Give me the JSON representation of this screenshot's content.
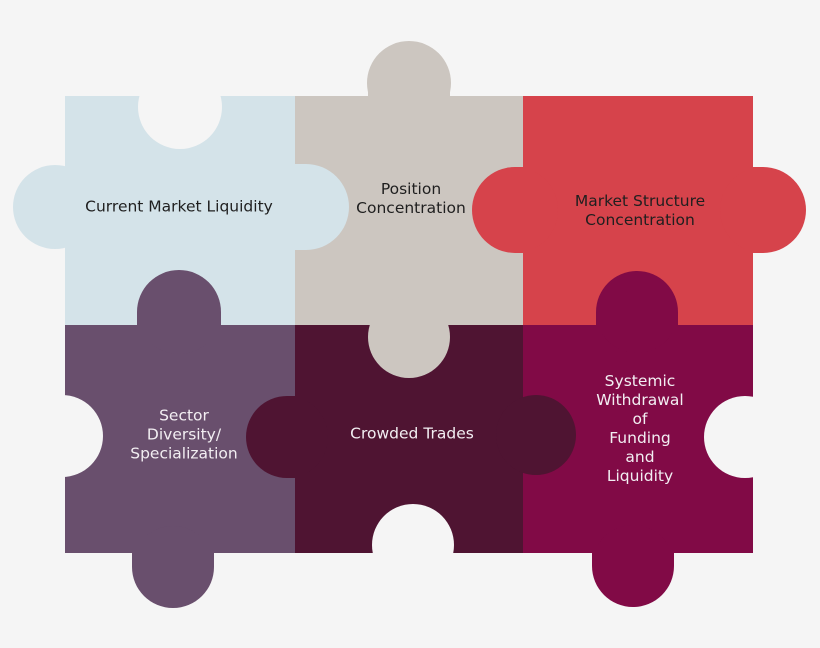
{
  "pieces": {
    "current_market_liquidity": {
      "label": "Current Market Liquidity",
      "color": "#d4e3e9",
      "text_color": "#1f1f1f"
    },
    "position_concentration": {
      "label": "Position\nConcentration",
      "color": "#ccc6c0",
      "text_color": "#1f1f1f"
    },
    "market_structure_concentration": {
      "label": "Market Structure Concentration",
      "color": "#d6434b",
      "text_color": "#1f1f1f"
    },
    "sector_diversity": {
      "label": "Sector\nDiversity/\nSpecialization",
      "color": "#694f6d",
      "text_color": "#f2eef2"
    },
    "crowded_trades": {
      "label": "Crowded Trades",
      "color": "#4f1432",
      "text_color": "#f2eef2"
    },
    "systemic_withdrawal": {
      "label": "Systemic\nWithdrawal\nof\nFunding\nand\nLiquidity",
      "color": "#810a46",
      "text_color": "#f2eef2"
    }
  },
  "background": "#f5f5f5"
}
